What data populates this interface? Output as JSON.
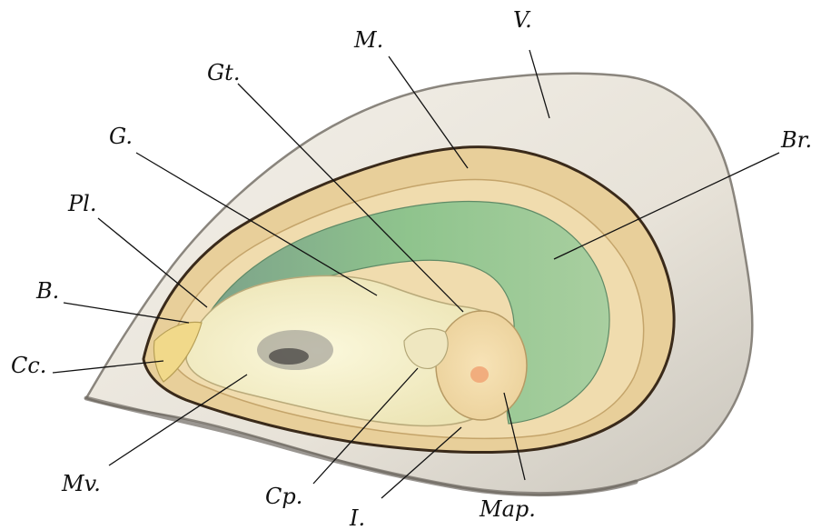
{
  "labels": {
    "V": "V.",
    "M": "M.",
    "Gt": "Gt.",
    "Br": "Br.",
    "G": "G.",
    "Pl": "Pl.",
    "B": "B.",
    "Cc": "Cc.",
    "Mv": "Mv.",
    "Cp": "Cp.",
    "I": "I.",
    "Map": "Map."
  },
  "colors": {
    "shell": "#ebe6dc",
    "shell_edge": "#8a857d",
    "mantle": "#e8cf9a",
    "mantle_fringe": "#3a2a1a",
    "gills": "#8fbf8a",
    "body": "#f3efc6",
    "muscle": "#f2d8a8",
    "muscle_spot": "#f0a070"
  }
}
